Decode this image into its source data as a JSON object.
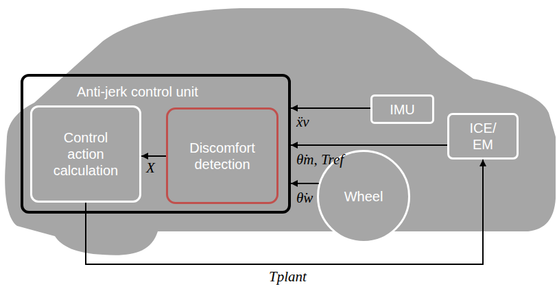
{
  "diagram": {
    "nodes": [
      {
        "text": [
          "Anti-jerk control unit"
        ]
      },
      {
        "text": [
          "Control action calculation"
        ],
        "in": 0
      },
      {
        "text": [
          "Discomfort detection"
        ],
        "in": 0
      },
      {
        "text": [
          "IMU"
        ]
      },
      {
        "text": [
          "ICE/ EM"
        ]
      },
      {
        "text": [
          "Wheel"
        ]
      }
    ],
    "edges": [
      {
        "from": 3,
        "to": 0,
        "arrow": "to",
        "label": "ẍv"
      },
      {
        "from": 4,
        "to": 0,
        "arrow": "to",
        "label": "θ̇m, Tref"
      },
      {
        "from": 5,
        "to": 0,
        "arrow": "to",
        "label": "θ̇w"
      },
      {
        "from": 2,
        "to": 1,
        "arrow": "to",
        "label": "X"
      },
      {
        "from": 1,
        "to": 4,
        "arrow": "to",
        "label": "Tplant"
      }
    ]
  }
}
